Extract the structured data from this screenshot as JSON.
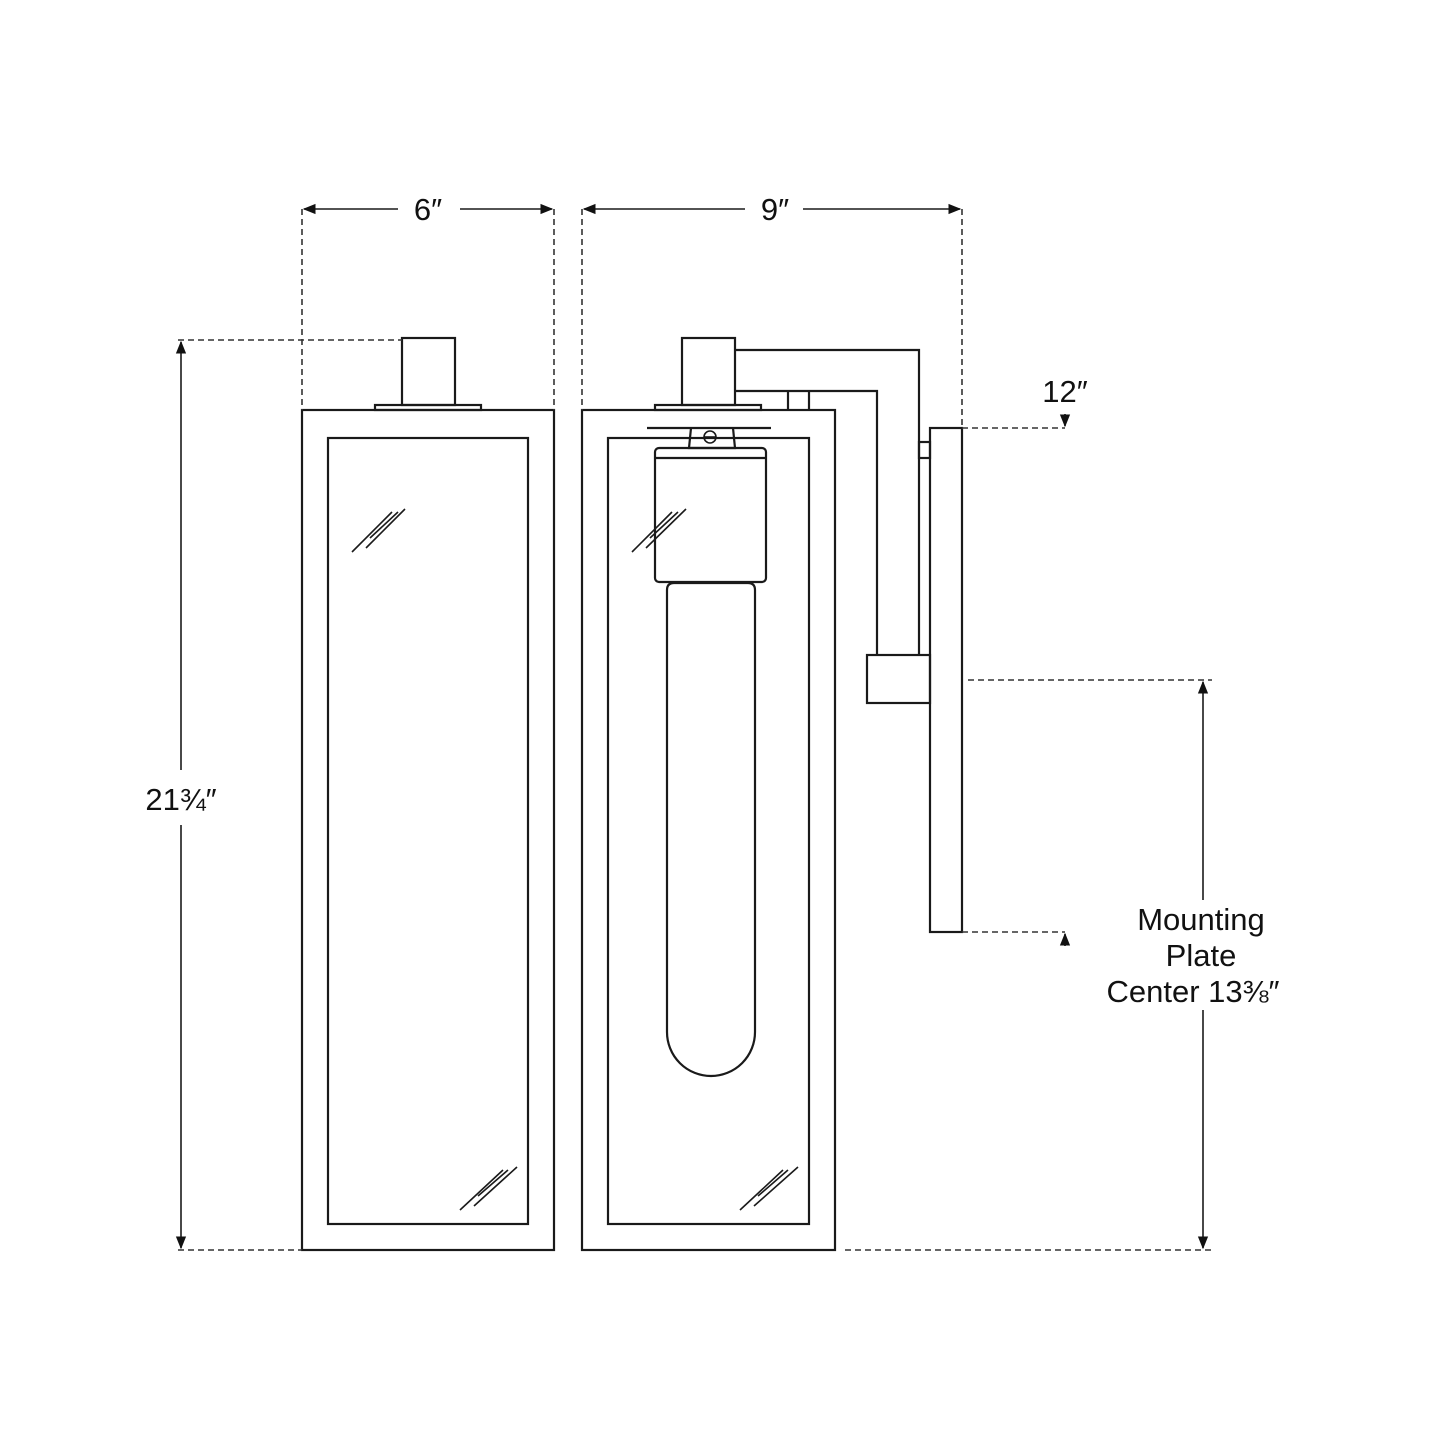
{
  "dimensions": {
    "width_front": "6″",
    "width_side": "9″",
    "height": "21¾″",
    "plate_height": "12″",
    "mounting_label_1": "Mounting",
    "mounting_label_2": "Plate",
    "mounting_label_3": "Center 13⅜″"
  },
  "colors": {
    "line": "#1a1a1a",
    "background": "#ffffff"
  }
}
